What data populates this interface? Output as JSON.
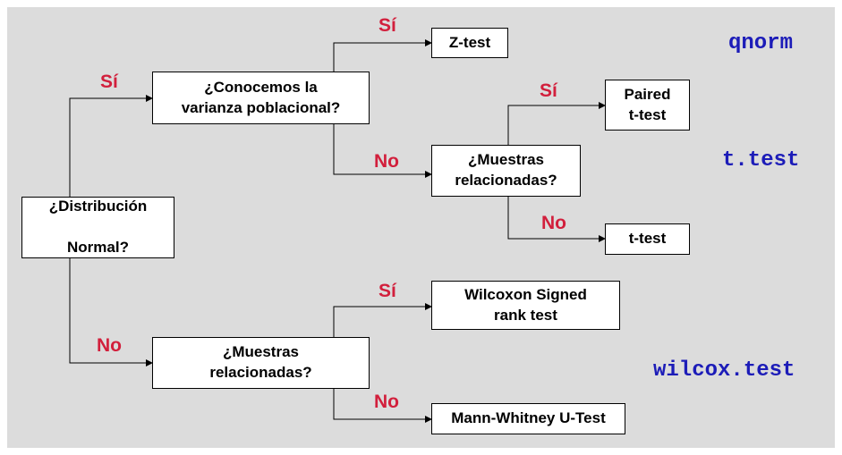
{
  "diagram": {
    "nodes": {
      "distribucion": "¿Distribución\n\nNormal?",
      "conocemos": "¿Conocemos la\nvarianza poblacional?",
      "muestras_top": "¿Muestras\nrelacionadas?",
      "muestras_bottom": "¿Muestras\nrelacionadas?",
      "ztest": "Z-test",
      "paired": "Paired\nt-test",
      "ttest": "t-test",
      "wilcoxon": "Wilcoxon Signed\nrank test",
      "mann": "Mann-Whitney U-Test"
    },
    "labels": {
      "si": "Sí",
      "no": "No"
    },
    "functions": {
      "qnorm": "qnorm",
      "ttest": "t.test",
      "wilcox": "wilcox.test"
    },
    "colors": {
      "background": "#dcdcdc",
      "edge_label": "#d21f3c",
      "function_label": "#1c1cb8"
    }
  }
}
